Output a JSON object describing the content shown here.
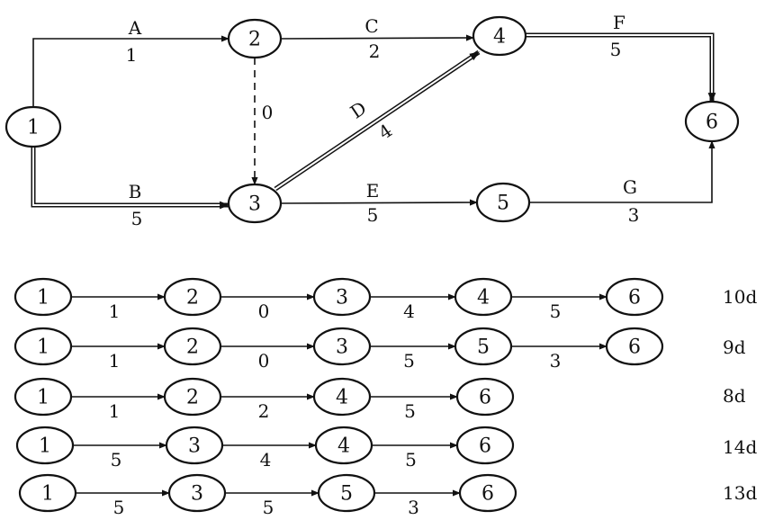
{
  "network": {
    "nodes": [
      {
        "id": "1",
        "label": "1"
      },
      {
        "id": "2",
        "label": "2"
      },
      {
        "id": "3",
        "label": "3"
      },
      {
        "id": "4",
        "label": "4"
      },
      {
        "id": "5",
        "label": "5"
      },
      {
        "id": "6",
        "label": "6"
      }
    ],
    "activities": [
      {
        "name": "A",
        "duration": "1",
        "from": "1",
        "to": "2",
        "style": "solid"
      },
      {
        "name": "B",
        "duration": "5",
        "from": "1",
        "to": "3",
        "style": "double"
      },
      {
        "name": "C",
        "duration": "2",
        "from": "2",
        "to": "4",
        "style": "solid"
      },
      {
        "name": "",
        "duration": "0",
        "from": "2",
        "to": "3",
        "style": "dashed"
      },
      {
        "name": "D",
        "duration": "4",
        "from": "3",
        "to": "4",
        "style": "double"
      },
      {
        "name": "E",
        "duration": "5",
        "from": "3",
        "to": "5",
        "style": "solid"
      },
      {
        "name": "F",
        "duration": "5",
        "from": "4",
        "to": "6",
        "style": "double"
      },
      {
        "name": "G",
        "duration": "3",
        "from": "5",
        "to": "6",
        "style": "solid"
      }
    ]
  },
  "paths": [
    {
      "nodes": [
        "1",
        "2",
        "3",
        "4",
        "6"
      ],
      "durations": [
        "1",
        "0",
        "4",
        "5"
      ],
      "total": "10d"
    },
    {
      "nodes": [
        "1",
        "2",
        "3",
        "5",
        "6"
      ],
      "durations": [
        "1",
        "0",
        "5",
        "3"
      ],
      "total": "9d"
    },
    {
      "nodes": [
        "1",
        "2",
        "4",
        "6"
      ],
      "durations": [
        "1",
        "2",
        "5"
      ],
      "total": "8d"
    },
    {
      "nodes": [
        "1",
        "3",
        "4",
        "6"
      ],
      "durations": [
        "5",
        "4",
        "5"
      ],
      "total": "14d"
    },
    {
      "nodes": [
        "1",
        "3",
        "5",
        "6"
      ],
      "durations": [
        "5",
        "5",
        "3"
      ],
      "total": "13d"
    }
  ]
}
